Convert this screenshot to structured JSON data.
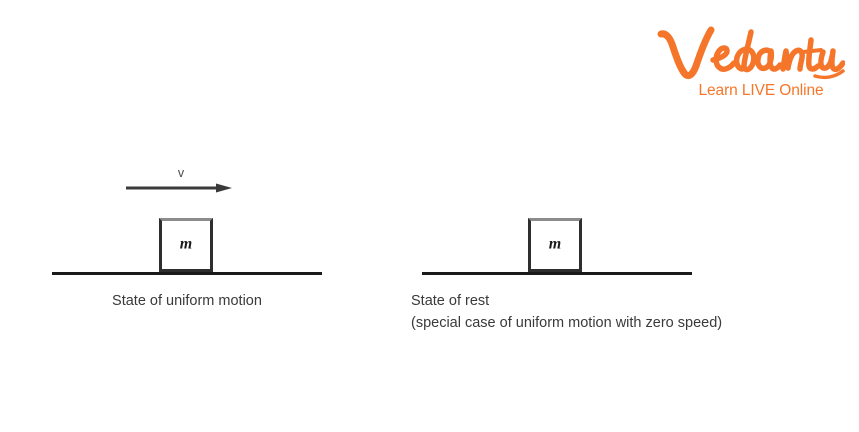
{
  "brand": {
    "name": "Vedantu",
    "tagline": "Learn LIVE Online",
    "color": "#f5762a"
  },
  "figure": {
    "background": "#ffffff",
    "line_color": "#1b1b1b",
    "text_color": "#3a3a3a",
    "panels": [
      {
        "id": "uniform-motion",
        "block_label": "m",
        "velocity_label": "v",
        "has_velocity_arrow": true,
        "caption_lines": [
          "State of uniform motion"
        ]
      },
      {
        "id": "rest",
        "block_label": "m",
        "has_velocity_arrow": false,
        "caption_lines": [
          "State of rest",
          "(special case of uniform motion with zero speed)"
        ]
      }
    ]
  }
}
